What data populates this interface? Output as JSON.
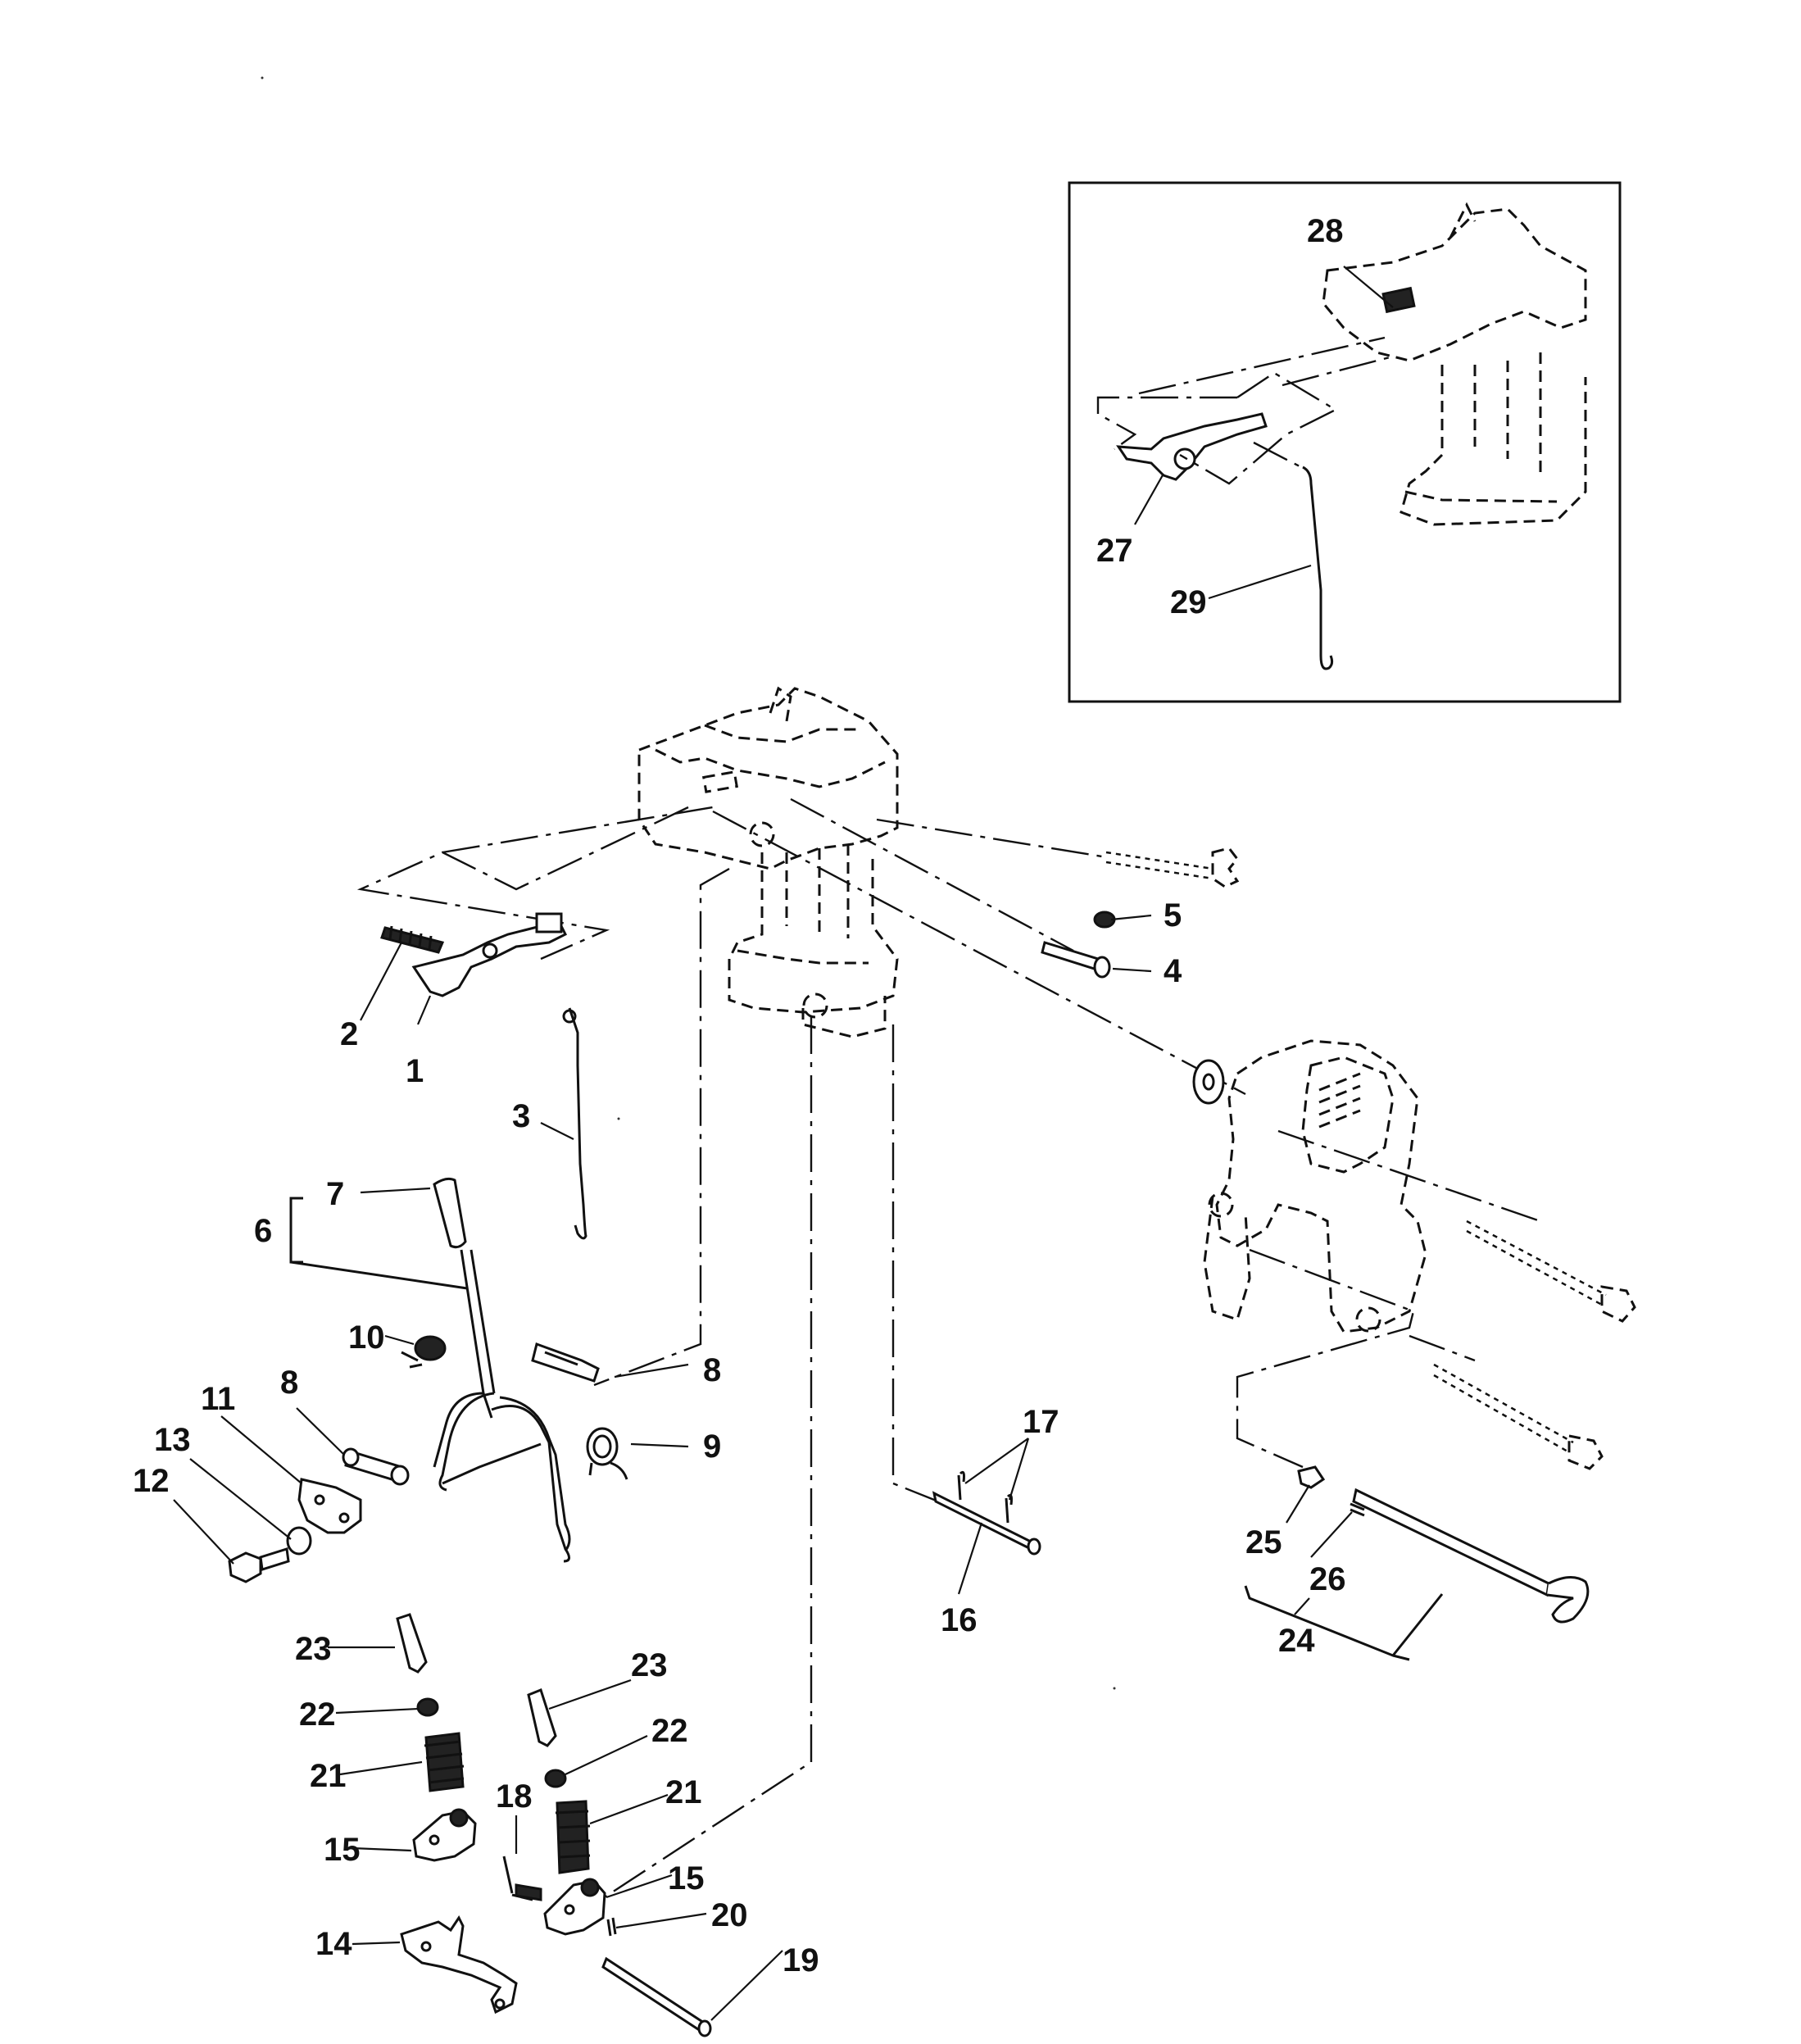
{
  "diagram": {
    "callouts": [
      "1",
      "2",
      "3",
      "4",
      "5",
      "6",
      "7",
      "8",
      "8",
      "9",
      "10",
      "11",
      "12",
      "13",
      "14",
      "15",
      "15",
      "16",
      "17",
      "18",
      "19",
      "20",
      "21",
      "21",
      "22",
      "22",
      "23",
      "23",
      "24",
      "25",
      "26",
      "27",
      "28",
      "29"
    ]
  }
}
